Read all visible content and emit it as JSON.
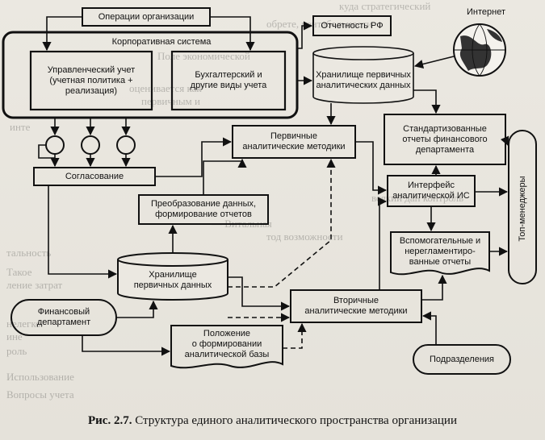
{
  "nodes": {
    "operations": "Операции организации",
    "corporate_system": "Корпоративная система",
    "mgmt_accounting": "Управленческий учет\n(учетная политика +\nреализация)",
    "bookkeeping": "Бухгалтерский и\nдругие виды учета",
    "reporting_rf": "Отчетность РФ",
    "internet": "Интернет",
    "primary_storage_top": "Хранилище первичных\nаналитических данных",
    "standard_reports": "Стандартизованные\nотчеты финансового\nдепартамента",
    "primary_methods": "Первичные\nаналитические методики",
    "agreement": "Согласование",
    "interface": "Интерфейс\nаналитической ИС",
    "top_managers": "Топ-менеджеры",
    "transform": "Преобразование данных,\nформирование отчетов",
    "aux_reports": "Вспомогательные и\nнерегламентиро-\nванные отчеты",
    "primary_storage_bottom": "Хранилище\nпервичных данных",
    "secondary_methods": "Вторичные\nаналитические методики",
    "finance_dept": "Финансовый\nдепартамент",
    "regulation": "Положение\nо формировании\nаналитической базы",
    "divisions": "Подразделения"
  },
  "caption": {
    "prefix": "Рис. 2.7.",
    "text": " Структура единого аналитического пространства организации"
  },
  "background_text": [
    "куда стратегический",
    "обрете, рентабельности",
    "Поле экономической",
    "оценивается как",
    "первичным и",
    "инте",
    "всякий дан контроль",
    "тод возможности",
    "— Витальная",
    "тальность",
    "Такое",
    "ление затрат",
    "нелегко",
    "ине",
    "роль",
    "Использование",
    "Вопросы учета"
  ]
}
